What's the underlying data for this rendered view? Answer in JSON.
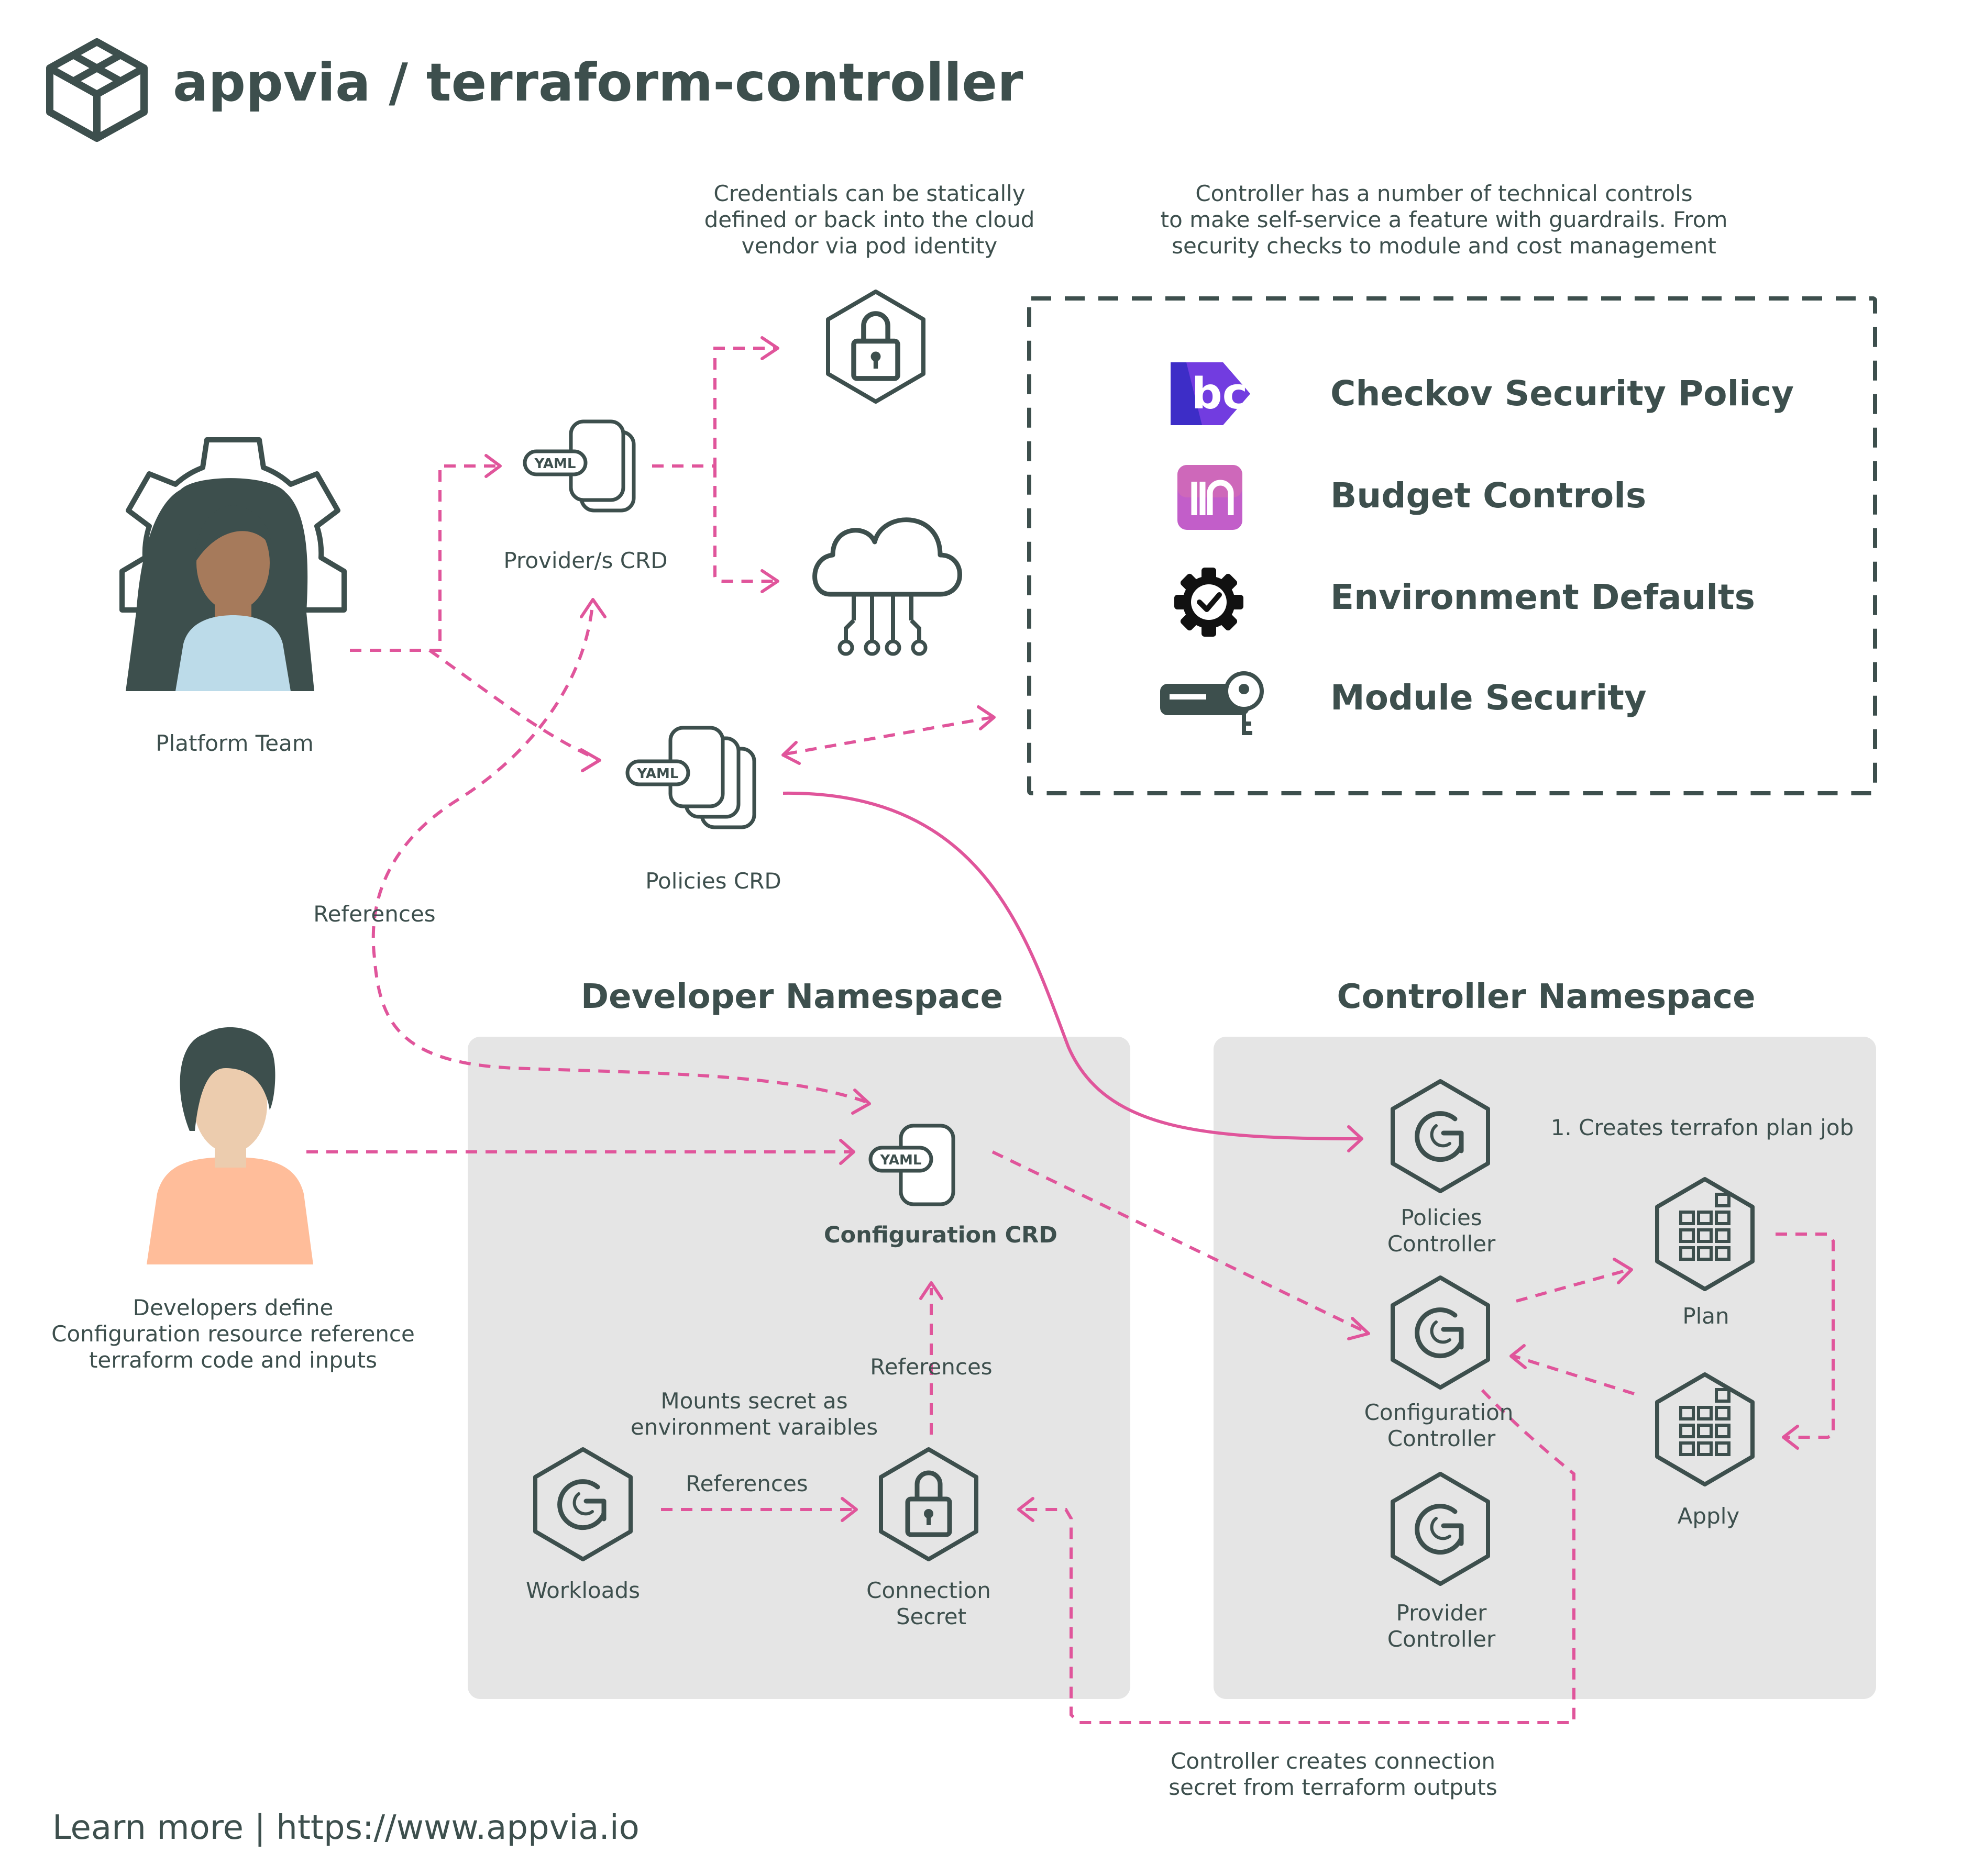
{
  "header": {
    "org": "appvia",
    "separator": "/",
    "repo": "terraform-controller",
    "full_title": "appvia / terraform-controller"
  },
  "notes": {
    "credentials": [
      "Credentials can be statically",
      "defined or back into the cloud",
      "vendor via pod identity"
    ],
    "controls": [
      "Controller has a number of technical controls",
      "to make self-service a feature with guardrails. From",
      "security checks to module and cost management"
    ]
  },
  "guardrails": [
    {
      "label": "Checkov Security Policy",
      "icon": "checkov-logo-icon",
      "logo_text": "bc"
    },
    {
      "label": "Budget Controls",
      "icon": "infracost-logo-icon"
    },
    {
      "label": "Environment Defaults",
      "icon": "gear-check-icon"
    },
    {
      "label": "Module Security",
      "icon": "server-key-icon"
    }
  ],
  "actors": {
    "platform_team": "Platform Team",
    "developers": [
      "Developers define",
      "Configuration resource reference",
      "terraform code and inputs"
    ]
  },
  "crds": {
    "yaml_tag": "YAML",
    "provider": "Provider/s CRD",
    "policies": "Policies CRD",
    "configuration": "Configuration CRD"
  },
  "edge_labels": {
    "references_left": "References",
    "references_up": "References",
    "mounts": [
      "Mounts secret as",
      "environment varaibles"
    ],
    "references_secret": "References",
    "creates_plan": "1. Creates terrafon plan job",
    "secret_outputs": [
      "Controller creates connection",
      "secret from terraform outputs"
    ]
  },
  "developer_namespace": {
    "title": "Developer Namespace",
    "workloads": "Workloads",
    "connection_secret": [
      "Connection",
      "Secret"
    ]
  },
  "controller_namespace": {
    "title": "Controller Namespace",
    "policies_controller": [
      "Policies",
      "Controller"
    ],
    "configuration_controller": [
      "Configuration",
      "Controller"
    ],
    "provider_controller": [
      "Provider",
      "Controller"
    ],
    "plan": "Plan",
    "apply": "Apply"
  },
  "footer": "Learn more | https://www.appvia.io",
  "colors": {
    "ink": "#3d4f4d",
    "accent": "#e0559b",
    "panel": "#e5e5e5",
    "skin_dark": "#a67a5b",
    "shirt_blue": "#bcdbe9",
    "skin_light": "#ecccae",
    "shirt_peach": "#ffbd9a"
  }
}
